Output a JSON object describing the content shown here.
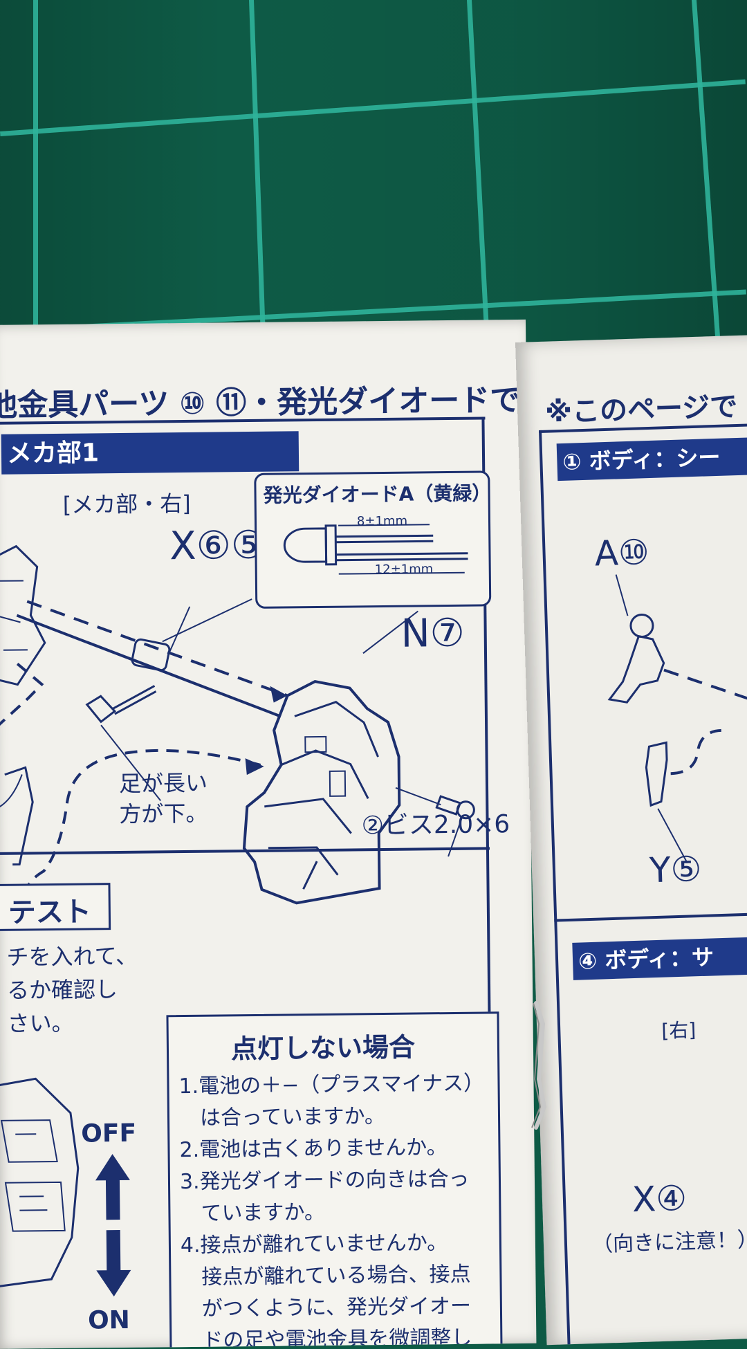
{
  "left_page": {
    "header_text": "池金具パーツ ⑩ ⑪・発光ダイオードです。",
    "section_title": "メカ部1",
    "mecha_right_label": "[メカ部・右]",
    "part_x65": "X⑥⑤",
    "part_n7": "N⑦",
    "led_box": {
      "title": "発光ダイオードA（黄緑）",
      "dim_short": "8±1mm",
      "dim_long": "12±1mm"
    },
    "leg_note_line1": "足が長い",
    "leg_note_line2": "方が下。",
    "screw_label": "②ビス2.0×6",
    "test_title": "テスト",
    "test_text": [
      "チを入れて、",
      "るか確認し",
      "さい。"
    ],
    "switch_off": "OFF",
    "switch_on": "ON",
    "not_lit": {
      "title": "点灯しない場合",
      "items": [
        "1.電池の＋−（プラスマイナス）",
        "　は合っていますか。",
        "2.電池は古くありませんか。",
        "3.発光ダイオードの向きは合っ",
        "　ていますか。",
        "4.接点が離れていませんか。",
        "　接点が離れている場合、接点",
        "　がつくように、発光ダイオー",
        "　ドの足や電池金具を微調整し"
      ]
    }
  },
  "right_page": {
    "header_text": "※このページで",
    "section1": "① ボディ：シー",
    "part_a10": "A⑩",
    "part_y5": "Y⑤",
    "section4": "④ ボディ：サ",
    "right_label": "[右]",
    "part_x4": "X④",
    "orient_note": "（向きに注意！）"
  },
  "colors": {
    "mat": "#0e5b46",
    "grid": "#2fb39a",
    "paper": "#f2f1ec",
    "ink": "#1c2f6e",
    "bar": "#1f3a8a"
  }
}
